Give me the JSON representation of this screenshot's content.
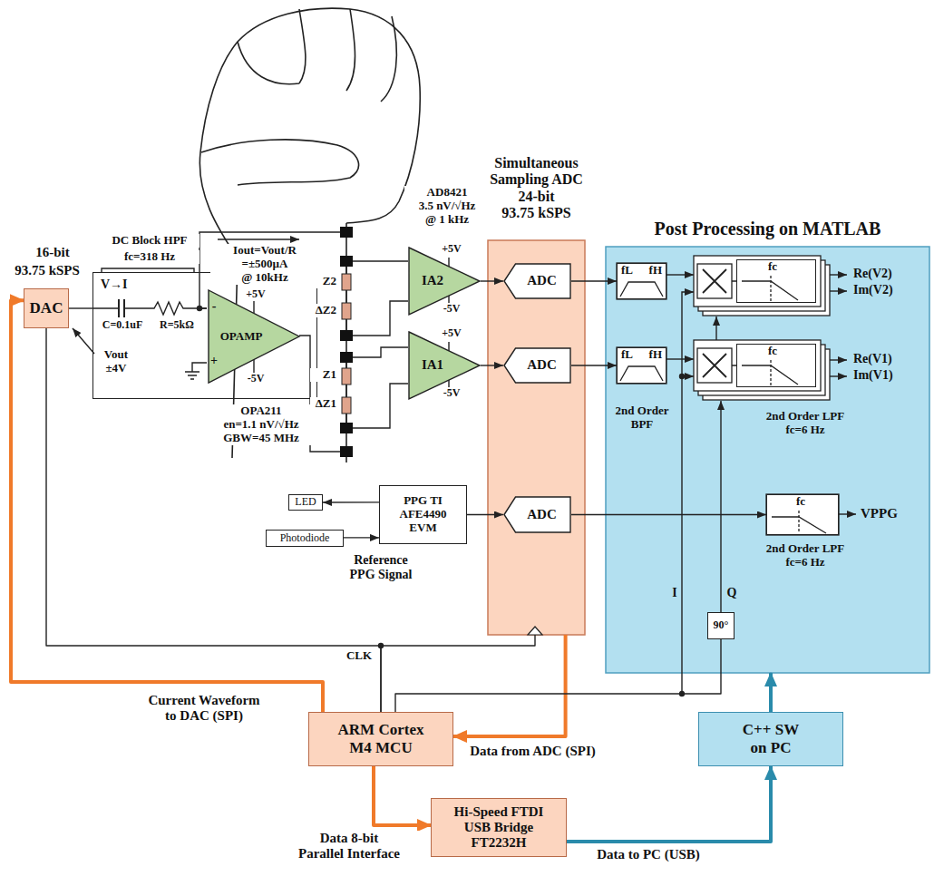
{
  "diagram": {
    "nodes": [
      {
        "text": [
          "DAC"
        ]
      },
      {
        "text": [
          "V→I"
        ]
      },
      {
        "text": [
          "OPAMP"
        ],
        "in": 1
      },
      {
        "text": [
          "IA2"
        ]
      },
      {
        "text": [
          "IA1"
        ]
      },
      {
        "text": [
          "Simultaneous Sampling ADC 24-bit 93.75 kSPS"
        ]
      },
      {
        "text": [
          "ADC"
        ],
        "in": 5
      },
      {
        "text": [
          "ADC"
        ],
        "in": 5
      },
      {
        "text": [
          "ADC"
        ],
        "in": 5
      },
      {
        "text": [
          "Post Processing on MATLAB"
        ]
      },
      {
        "text": [
          "fL",
          "fH"
        ],
        "in": 9
      },
      {
        "text": [
          "fc"
        ],
        "in": 9
      },
      {
        "text": [
          "fL",
          "fH"
        ],
        "in": 9
      },
      {
        "text": [
          "fc"
        ],
        "in": 9
      },
      {
        "text": [
          "fc"
        ],
        "in": 9
      },
      {
        "text": [
          "90°"
        ],
        "in": 9
      },
      {
        "text": [
          "LED"
        ]
      },
      {
        "text": [
          "Photodiode"
        ]
      },
      {
        "text": [
          "PPG TI AFE4490 EVM"
        ]
      },
      {
        "text": [
          "ARM Cortex M4 MCU"
        ]
      },
      {
        "text": [
          "Hi-Speed FTDI USB Bridge FT2232H"
        ]
      },
      {
        "text": [
          "C++ SW on PC"
        ]
      }
    ],
    "edges": [
      {
        "from": 19,
        "to": 0,
        "arrow": "to",
        "label": "Current Waveform to DAC (SPI)"
      },
      {
        "from": 5,
        "to": 19,
        "arrow": "to",
        "label": "Data from ADC (SPI)"
      },
      {
        "from": 19,
        "to": 20,
        "arrow": "to",
        "label": "Data 8-bit Parallel Interface"
      },
      {
        "from": 20,
        "to": 21,
        "arrow": "to",
        "label": "Data to PC (USB)"
      },
      {
        "from": 21,
        "to": 9,
        "arrow": "to"
      },
      {
        "from": 0,
        "to": 1,
        "arrow": "none"
      },
      {
        "from": 3,
        "to": 6,
        "arrow": "to"
      },
      {
        "from": 4,
        "to": 7,
        "arrow": "to"
      },
      {
        "from": 18,
        "to": 8,
        "arrow": "to"
      },
      {
        "from": 18,
        "to": 16,
        "arrow": "to"
      },
      {
        "from": 17,
        "to": 18,
        "arrow": "to"
      },
      {
        "from": 6,
        "to": 10,
        "arrow": "to"
      },
      {
        "from": 7,
        "to": 12,
        "arrow": "to"
      },
      {
        "from": 8,
        "to": 14,
        "arrow": "to"
      },
      {
        "from": 19,
        "to": 5,
        "arrow": "none",
        "label": "CLK"
      },
      {
        "from": 19,
        "to": 0,
        "arrow": "none"
      },
      {
        "from": 19,
        "to": 15,
        "arrow": "none"
      }
    ],
    "labels": [
      "16-bit",
      "93.75 kSPS",
      "DC Block HPF",
      "fc=318 Hz",
      "Iout=Vout/R =±500µA @ 10kHz",
      "Vout ±4V",
      "C=0.1uF",
      "R=5kΩ",
      "+5V",
      "-5V",
      "-",
      "+",
      "OPA211 en=1.1 nV/√Hz GBW=45 MHz",
      "Z2",
      "ΔZ2",
      "Z1",
      "ΔZ1",
      "AD8421 3.5 nV/√Hz @ 1 kHz",
      "+5V",
      "-5V",
      "+5V",
      "-5V",
      "Re(V2)",
      "Im(V2)",
      "Re(V1)",
      "Im(V1)",
      "2nd Order BPF",
      "2nd Order LPF fc=6 Hz",
      "2nd Order LPF fc=6 Hz",
      "VPPG",
      "I",
      "Q",
      "Reference PPG Signal"
    ]
  }
}
